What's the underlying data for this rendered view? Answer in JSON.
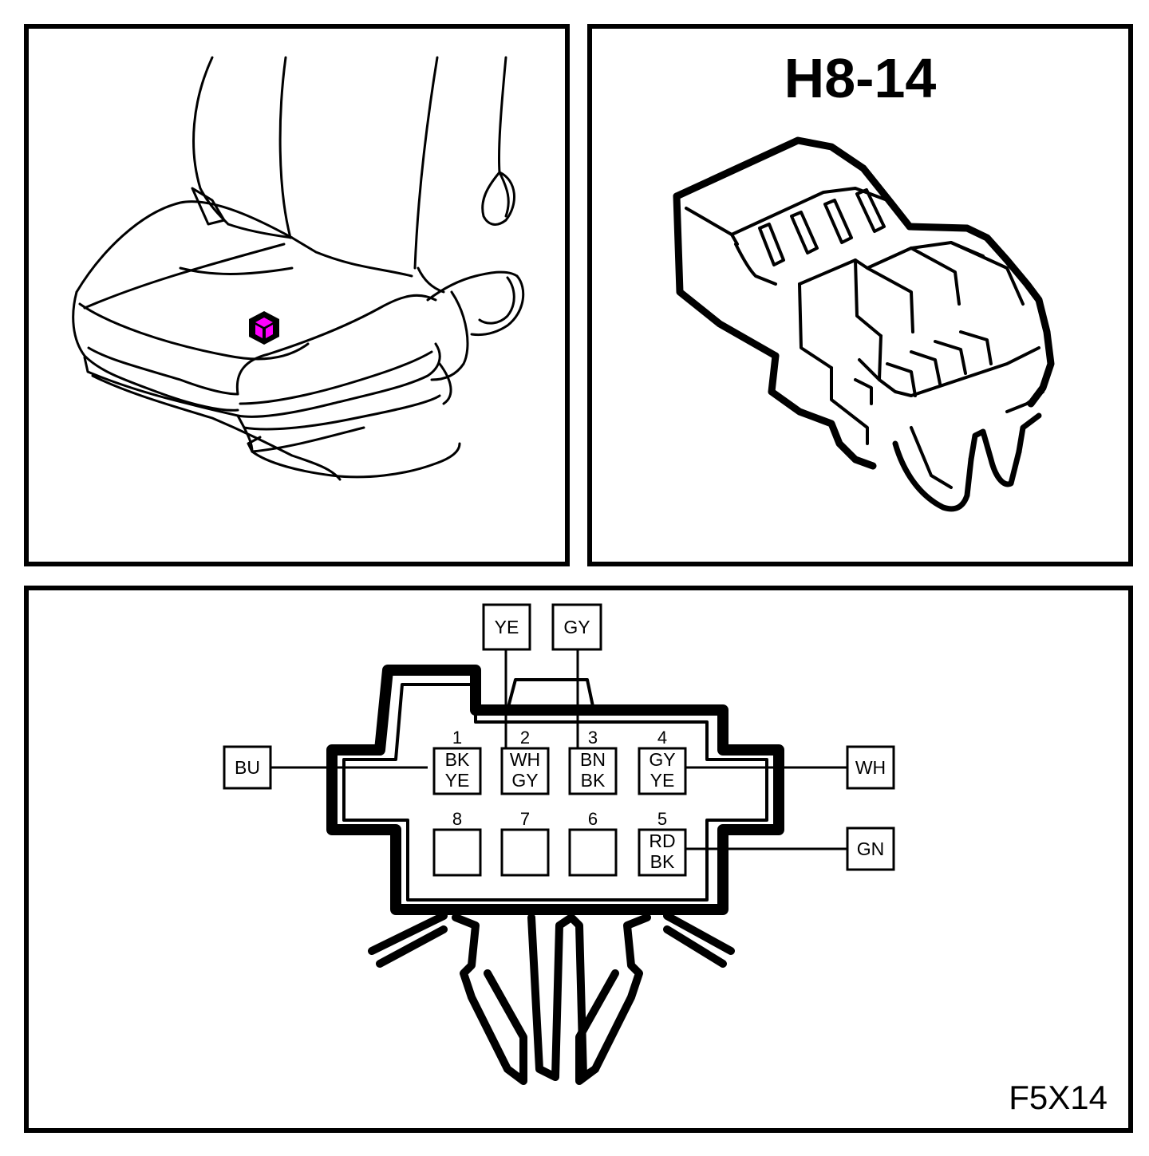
{
  "connector": {
    "id": "H8-14",
    "figure_code": "F5X14",
    "location_marker_color": "#ff00ff"
  },
  "pins": [
    {
      "number": "1",
      "wire_colors": [
        "BK",
        "YE"
      ]
    },
    {
      "number": "2",
      "wire_colors": [
        "WH",
        "GY"
      ]
    },
    {
      "number": "3",
      "wire_colors": [
        "BN",
        "BK"
      ]
    },
    {
      "number": "4",
      "wire_colors": [
        "GY",
        "YE"
      ]
    },
    {
      "number": "5",
      "wire_colors": [
        "RD",
        "BK"
      ]
    },
    {
      "number": "6",
      "wire_colors": []
    },
    {
      "number": "7",
      "wire_colors": []
    },
    {
      "number": "8",
      "wire_colors": []
    }
  ],
  "wire_tags": {
    "pin1": "BU",
    "pin2": "YE",
    "pin3": "GY",
    "pin4": "WH",
    "pin5": "GN"
  }
}
